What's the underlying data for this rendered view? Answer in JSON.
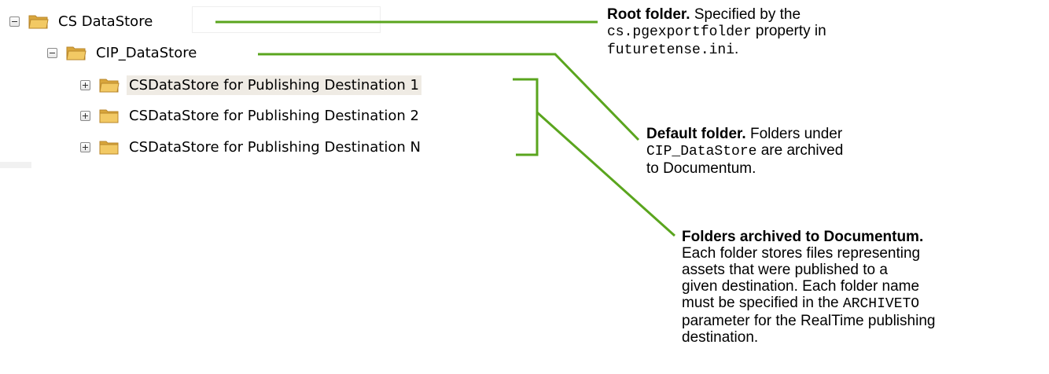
{
  "tree": {
    "root": {
      "label": "CS DataStore",
      "icon": "folder-open-icon"
    },
    "default": {
      "label": "CIP_DataStore",
      "icon": "folder-open-icon"
    },
    "children": [
      {
        "label": "CSDataStore for Publishing Destination 1",
        "selected": true
      },
      {
        "label": "CSDataStore for Publishing Destination 2",
        "selected": false
      },
      {
        "label": "CSDataStore for Publishing Destination N",
        "selected": false
      }
    ]
  },
  "annotations": {
    "root": {
      "title": "Root folder.",
      "text1": " Specified by the",
      "code1": "cs.pgexportfolder",
      "text2": " property in",
      "code2": "futuretense.ini",
      "text3": "."
    },
    "default": {
      "title": "Default folder.",
      "text1": " Folders under",
      "code1": "CIP_DataStore",
      "text2": " are archived",
      "text3": "to Documentum."
    },
    "archived": {
      "title": "Folders archived to Documentum.",
      "line1": "Each folder stores files representing",
      "line2": "assets that were published to a",
      "line3": "given destination. Each folder name",
      "line4a": "must be specified in the ",
      "code1": "ARCHIVETO",
      "line5": "parameter for the RealTime publishing",
      "line6": "destination."
    }
  },
  "colors": {
    "connector": "#5aa51e",
    "folder": "#e3b24a",
    "selected_bg": "#efebe4"
  }
}
